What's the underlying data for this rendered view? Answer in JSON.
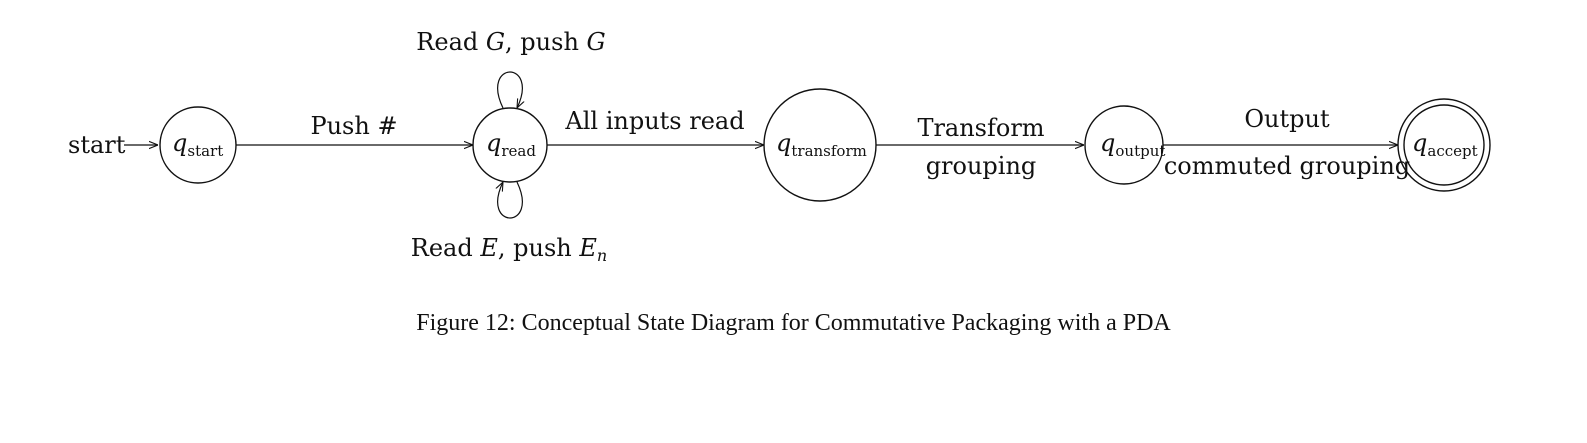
{
  "diagram": {
    "start_label": "start",
    "states": [
      {
        "id": "start",
        "symbol": "q",
        "subscript": "start",
        "accepting": false
      },
      {
        "id": "read",
        "symbol": "q",
        "subscript": "read",
        "accepting": false
      },
      {
        "id": "transform",
        "symbol": "q",
        "subscript": "transform",
        "accepting": false
      },
      {
        "id": "output",
        "symbol": "q",
        "subscript": "output",
        "accepting": false
      },
      {
        "id": "accept",
        "symbol": "q",
        "subscript": "accept",
        "accepting": true
      }
    ],
    "transitions": {
      "start_to_read": "Push #",
      "read_to_transform": "All inputs read",
      "transform_to_output": [
        "Transform",
        "grouping"
      ],
      "output_to_accept": [
        "Output",
        "commuted grouping"
      ],
      "read_loop_top": {
        "read": "Read ",
        "var1": "G",
        "mid": ", push ",
        "var2": "G"
      },
      "read_loop_bottom": {
        "read": "Read ",
        "var1": "E",
        "mid": ", push ",
        "var2": "E",
        "var2_sub": "n"
      }
    }
  },
  "caption": "Figure 12: Conceptual State Diagram for Commutative Packaging with a PDA"
}
